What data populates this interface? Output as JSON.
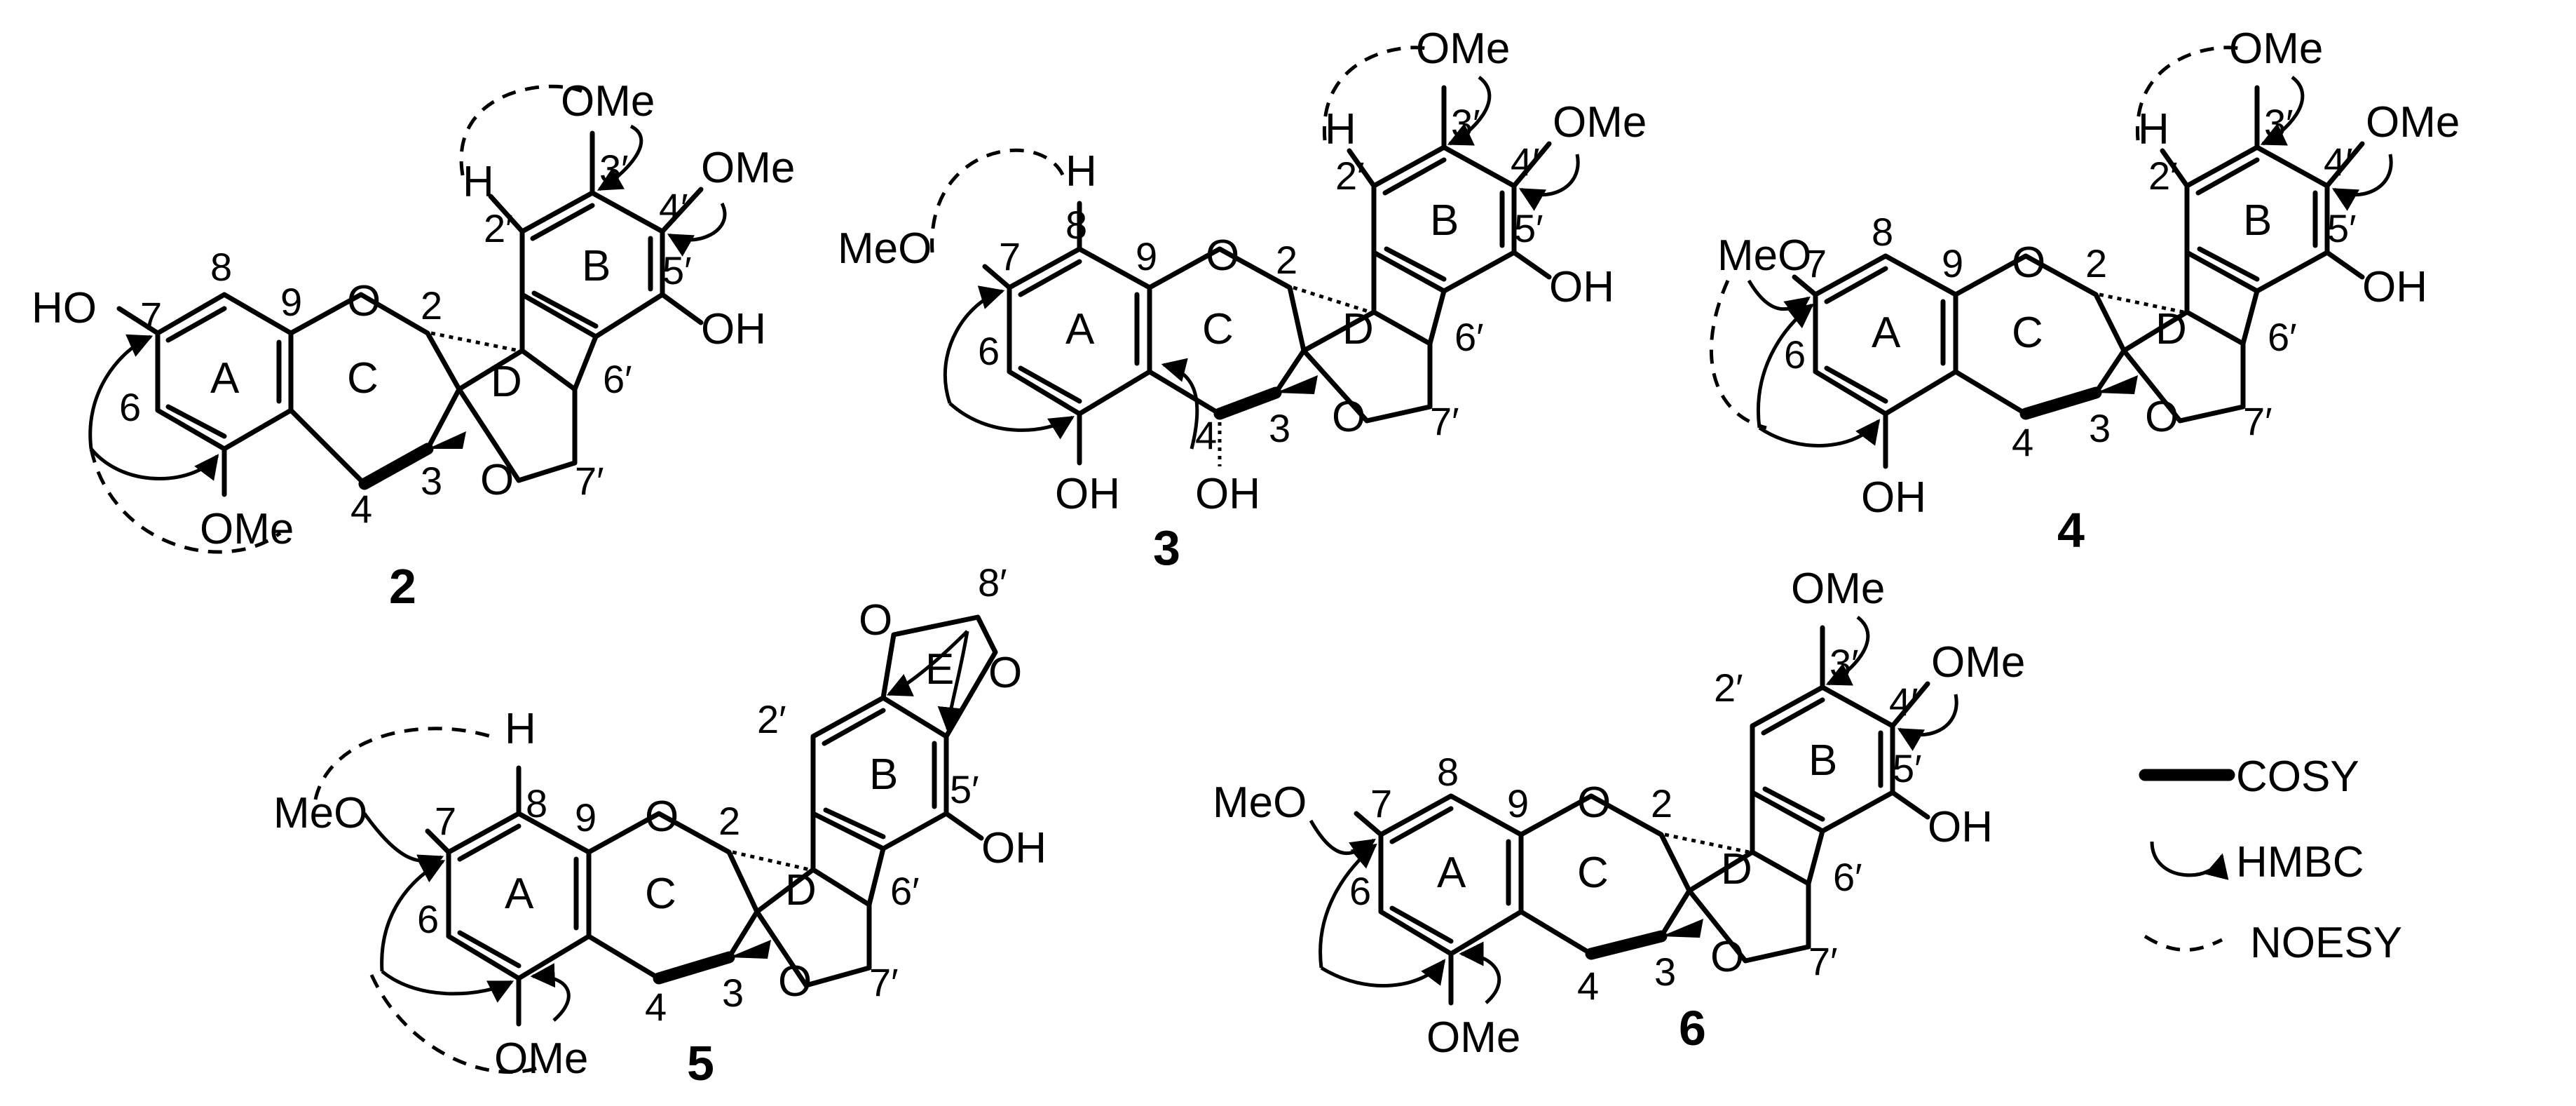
{
  "compounds": [
    {
      "number": "2",
      "labels": {
        "ho7": "HO",
        "c7": "7",
        "c8": "8",
        "c9": "9",
        "c6": "6",
        "ringA": "A",
        "ringC": "C",
        "ringD": "D",
        "ringB": "B",
        "oc": "O",
        "c2": "2",
        "c3": "3",
        "c4": "4",
        "o3": "O",
        "c7p": "7′",
        "c6p": "6′",
        "c5p": "5′",
        "c4p": "4′",
        "c3p": "3′",
        "c2p": "2′",
        "h": "H",
        "ome3p": "OMe",
        "ome4p": "OMe",
        "oh5p": "OH",
        "ome5": "OMe"
      }
    },
    {
      "number": "3",
      "labels": {
        "meo7": "MeO",
        "c7": "7",
        "c8": "8",
        "h8": "H",
        "c9": "9",
        "c6": "6",
        "ringA": "A",
        "ringC": "C",
        "ringD": "D",
        "ringB": "B",
        "oc": "O",
        "c2": "2",
        "c3": "3",
        "c4": "4",
        "o3": "O",
        "c7p": "7′",
        "c6p": "6′",
        "c5p": "5′",
        "c4p": "4′",
        "c3p": "3′",
        "c2p": "2′",
        "h": "H",
        "ome3p": "OMe",
        "ome4p": "OMe",
        "oh5p": "OH",
        "oh5": "OH",
        "oh4": "OH"
      }
    },
    {
      "number": "4",
      "labels": {
        "meo7": "MeO",
        "c7": "7",
        "c8": "8",
        "c9": "9",
        "c6": "6",
        "ringA": "A",
        "ringC": "C",
        "ringD": "D",
        "ringB": "B",
        "oc": "O",
        "c2": "2",
        "c3": "3",
        "c4": "4",
        "o3": "O",
        "c7p": "7′",
        "c6p": "6′",
        "c5p": "5′",
        "c4p": "4′",
        "c3p": "3′",
        "c2p": "2′",
        "h": "H",
        "ome3p": "OMe",
        "ome4p": "OMe",
        "oh5p": "OH",
        "oh5": "OH"
      }
    },
    {
      "number": "5",
      "labels": {
        "meo7": "MeO",
        "c7": "7",
        "c8": "8",
        "h8": "H",
        "c9": "9",
        "c6": "6",
        "ringA": "A",
        "ringC": "C",
        "ringD": "D",
        "ringB": "B",
        "ringE": "E",
        "oc": "O",
        "c2": "2",
        "c3": "3",
        "c4": "4",
        "o3": "O",
        "c7p": "7′",
        "c6p": "6′",
        "c5p": "5′",
        "c2p": "2′",
        "c8p": "8′",
        "oE1": "O",
        "oE2": "O",
        "oh5p": "OH",
        "ome5": "OMe"
      }
    },
    {
      "number": "6",
      "labels": {
        "meo7": "MeO",
        "c7": "7",
        "c8": "8",
        "c9": "9",
        "c6": "6",
        "ringA": "A",
        "ringC": "C",
        "ringD": "D",
        "ringB": "B",
        "oc": "O",
        "c2": "2",
        "c3": "3",
        "c4": "4",
        "o3": "O",
        "c7p": "7′",
        "c6p": "6′",
        "c5p": "5′",
        "c4p": "4′",
        "c3p": "3′",
        "c2p": "2′",
        "ome3p": "OMe",
        "ome4p": "OMe",
        "oh5p": "OH",
        "ome5": "OMe"
      }
    }
  ],
  "legend": {
    "cosy": "COSY",
    "hmbc": "HMBC",
    "noesy": "NOESY"
  }
}
